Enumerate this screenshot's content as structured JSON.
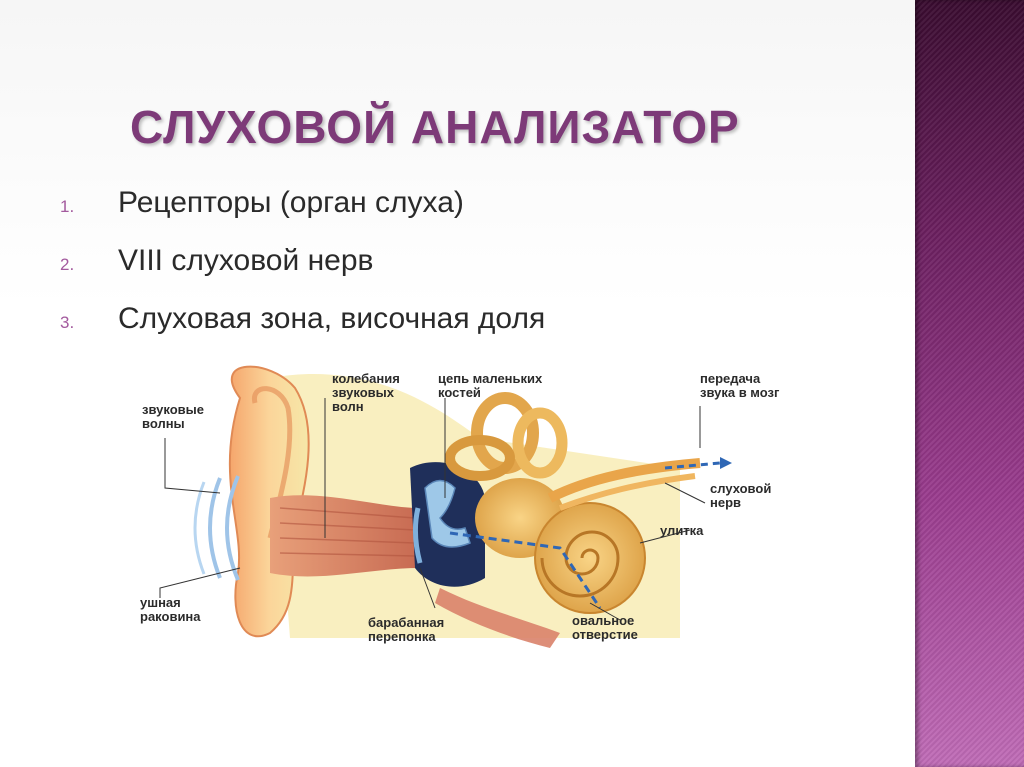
{
  "slide": {
    "title": "СЛУХОВОЙ АНАЛИЗАТОР",
    "items": [
      {
        "number": "1.",
        "text": "Рецепторы (орган слуха)"
      },
      {
        "number": "2.",
        "text": "VIII слуховой нерв"
      },
      {
        "number": "3.",
        "text": "Слуховая зона, височная доля"
      }
    ]
  },
  "diagram": {
    "labels": {
      "sound_waves": "звуковые\nволны",
      "sound_wave_vibrations": "колебания\nзвуковых\nволн",
      "ossicle_chain": "цепь маленьких\nкостей",
      "sound_to_brain": "передача\nзвука в мозг",
      "auditory_nerve": "слуховой\nнерв",
      "cochlea": "улитка",
      "auricle": "ушная\nраковина",
      "eardrum": "барабанная\nперепонка",
      "oval_window": "овальное\nотверстие"
    }
  },
  "colors": {
    "title": "#7d3a78",
    "list_number": "#a35a9e",
    "side_band_dark": "#3a0c30",
    "side_band_light": "#c06cb7"
  }
}
